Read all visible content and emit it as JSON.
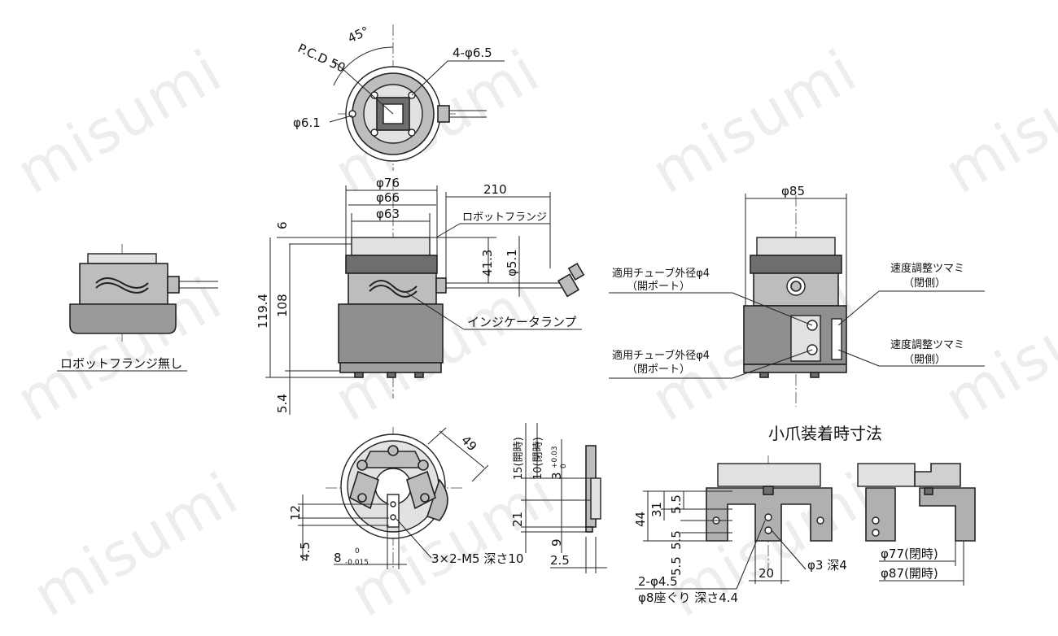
{
  "watermark": "misumi",
  "top_view": {
    "angle": "45°",
    "pcd": "P.C.D 50",
    "holes": "4-φ6.5",
    "pin": "φ6.1"
  },
  "front_view": {
    "d_flange": "φ76",
    "d_body": "φ66",
    "d_top": "φ63",
    "cable_length": "210",
    "robot_flange": "ロボットフランジ",
    "h_offset": "41.3",
    "cable_d": "φ5.1",
    "h_top": "6",
    "h_total": "119.4",
    "h_body": "108",
    "h_bottom": "5.4",
    "indicator": "インジケータランプ"
  },
  "side_view": {
    "label": "ロボットフランジ無し"
  },
  "right_view": {
    "d_max": "φ85",
    "tube_open": "適用チューブ外径φ4",
    "port_open": "（開ポート）",
    "tube_close": "適用チューブ外径φ4",
    "port_close": "（閉ポート）",
    "speed_open": "速度調整ツマミ",
    "speed_open_side": "（閉側）",
    "speed_close": "速度調整ツマミ",
    "speed_close_side": "（開側）"
  },
  "bottom_view": {
    "d49": "49",
    "d12": "12",
    "d45": "4.5",
    "width8": "8",
    "tol_upper": "0",
    "tol_lower": "-0.015",
    "thread": "3×2-M5 深さ10"
  },
  "jaw_side": {
    "open15": "15(開時)",
    "closed10": "10(閉時)",
    "d3": "3",
    "tol_up": "+0.03",
    "tol_low": "0",
    "d21": "21",
    "d9": "9",
    "d25": "2.5"
  },
  "small_jaw": {
    "title": "小爪装着時寸法",
    "h44": "44",
    "h31": "31",
    "h55a": "5.5",
    "h55b": "5.5",
    "h55c": "5.5",
    "w20": "20",
    "pin": "φ3 深4",
    "holes": "2-φ4.5",
    "counterbore": "φ8座ぐり 深さ4.4",
    "open77": "φ77(閉時)",
    "open87": "φ87(開時)"
  }
}
